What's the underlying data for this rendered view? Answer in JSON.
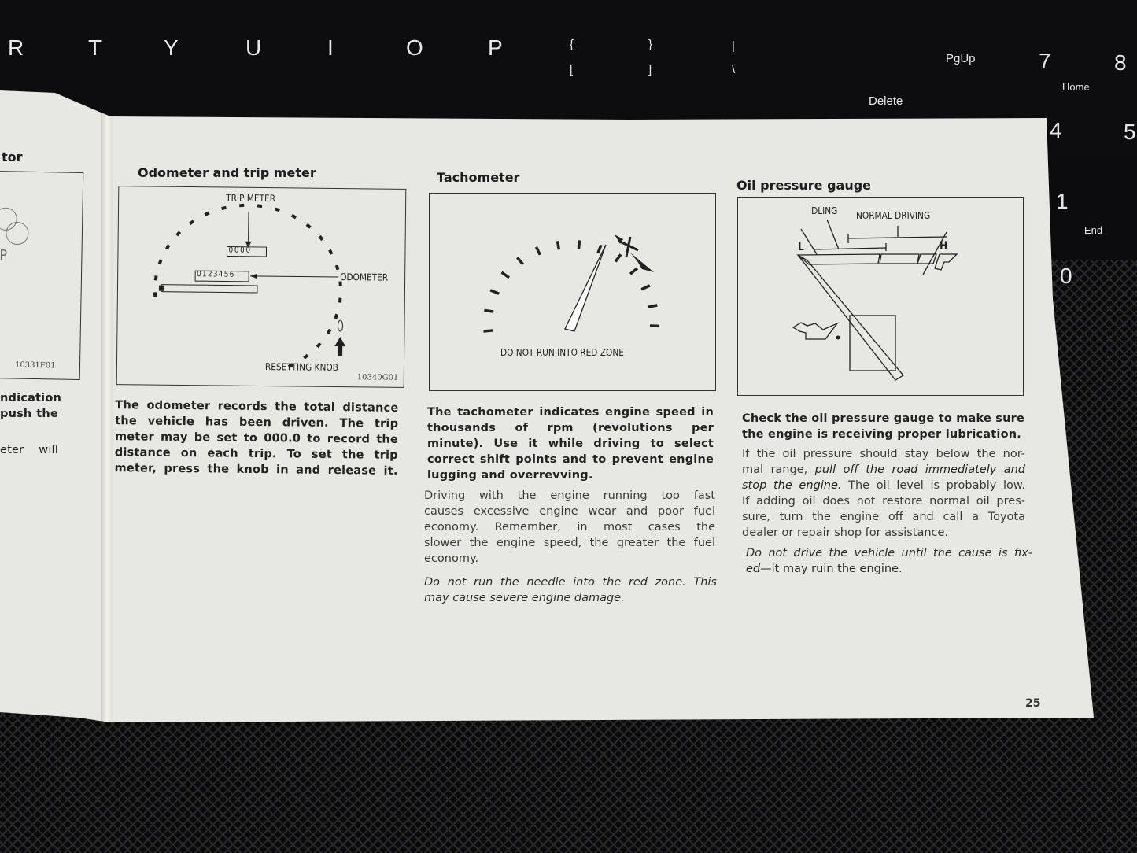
{
  "keyboard": {
    "keys": [
      "R",
      "T",
      "Y",
      "U",
      "I",
      "O",
      "P",
      "{",
      "}",
      "|",
      "[",
      "]",
      "\\",
      "PgUp",
      "7",
      "8",
      "Home",
      "Delete",
      "4",
      "5",
      "1",
      "End",
      "0"
    ]
  },
  "left_page": {
    "title_fragment": "tor",
    "figure_label": "P",
    "figure_code": "10331F01",
    "text_lines": [
      "ndication",
      "push the",
      "eter will"
    ]
  },
  "odometer": {
    "title": "Odometer and trip meter",
    "labels": {
      "trip_meter": "TRIP METER",
      "odometer": "ODOMETER",
      "resetting_knob": "RESETTING KNOB"
    },
    "trip_digits": "0000",
    "odo_digits": "0123456",
    "figure_code": "10340G01",
    "bold_lines": [
      "The odometer records the total distance",
      "the vehicle has been driven. The trip",
      "meter may be set to 000.0 to record the",
      "distance on each trip. To set the trip",
      "meter, press the knob in and release it."
    ]
  },
  "tachometer": {
    "title": "Tachometer",
    "figure_label": "DO NOT RUN INTO RED ZONE",
    "bold_lines": [
      "The tachometer indicates engine speed in",
      "thousands of rpm (revolutions per",
      "minute). Use it while driving to select",
      "correct shift points and to prevent engine",
      "lugging and overrevving."
    ],
    "normal_lines": [
      "Driving with the engine running too fast",
      "causes excessive engine wear and poor fuel",
      "economy. Remember, in most cases the",
      "slower the engine speed, the greater the fuel",
      "economy."
    ],
    "italic_lines": [
      "Do not run the needle into the red zone. This",
      "may cause severe engine damage."
    ]
  },
  "oil_pressure": {
    "title": "Oil pressure gauge",
    "labels": {
      "idling": "IDLING",
      "normal_driving": "NORMAL DRIVING",
      "low": "L",
      "high": "H"
    },
    "bold_lines": [
      "Check the oil pressure gauge to make sure",
      "the engine is receiving proper lubrication."
    ],
    "normal_lines": [
      "If the oil pressure should stay below the nor-",
      "mal range, |pull off the road immediately and",
      "|stop the engine.| The oil level is probably low.",
      "If adding oil does not restore normal oil pres-",
      "sure, turn the engine off and call a Toyota",
      "dealer or repair shop for assistance."
    ],
    "italic_lines": [
      "Do not drive the vehicle until the cause is fix-",
      "ed—|it may ruin the engine."
    ]
  },
  "page_number": "25"
}
